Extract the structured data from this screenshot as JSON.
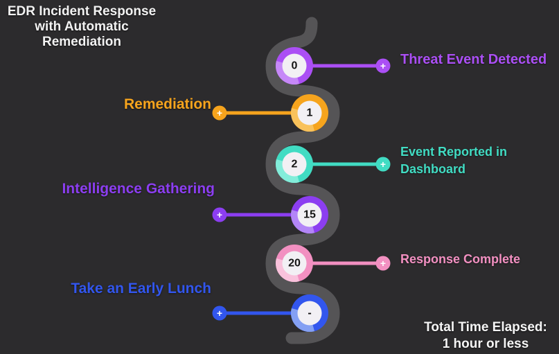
{
  "title": {
    "lines": [
      "EDR Incident Response",
      "with Automatic",
      "Remediation"
    ]
  },
  "footer": {
    "lines": [
      "Total Time Elapsed:",
      "1 hour or less"
    ]
  },
  "theme": {
    "background": "#2c2b2d",
    "path_color": "#555456",
    "node_inner": "#f2f0f4",
    "number_color": "#141414",
    "plus_glyph_color": "#ffffff"
  },
  "nodes": [
    {
      "value": "0",
      "label": "Threat Event Detected",
      "side": "right",
      "color": "#ab4ff5",
      "light": "#c98ef8"
    },
    {
      "value": "1",
      "label": "Remediation",
      "side": "left",
      "color": "#f6a41d",
      "light": "#f9c563"
    },
    {
      "value": "2",
      "label": "Event Reported in Dashboard",
      "side": "right",
      "color": "#41dcc3",
      "light": "#8beedd"
    },
    {
      "value": "15",
      "label": "Intelligence Gathering",
      "side": "left",
      "color": "#8c3ef1",
      "light": "#b78ef7"
    },
    {
      "value": "20",
      "label": "Response Complete",
      "side": "right",
      "color": "#f290c1",
      "light": "#f9c8df"
    },
    {
      "value": "-",
      "label": "Take an Early Lunch",
      "side": "left",
      "color": "#3256ee",
      "light": "#8da8f3"
    }
  ]
}
